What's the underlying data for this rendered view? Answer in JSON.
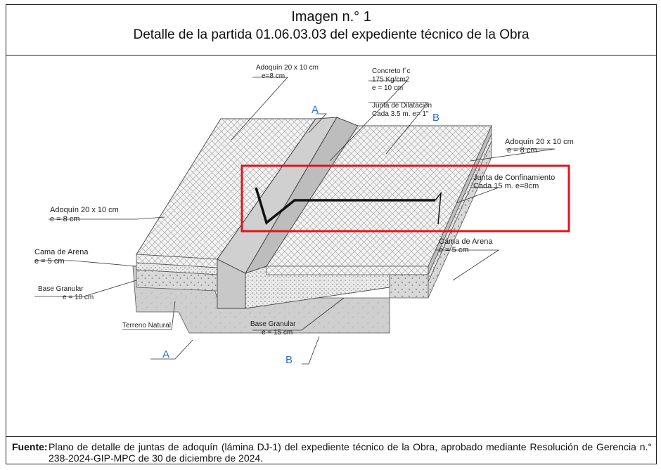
{
  "header": {
    "title": "Imagen n.° 1",
    "subtitle": "Detalle de la partida 01.06.03.03 del expediente técnico de la Obra"
  },
  "labels": {
    "adoq_top_1": "Adoquín 20 x 10 cm",
    "adoq_top_2": "e=8 cm",
    "concreto_1": "Concreto f´c",
    "concreto_2": "175 Kg/cm2",
    "concreto_3": "e = 10 cm",
    "junta_dil_1": "Junta de Dilatación",
    "junta_dil_2": "Cada 3.5 m. e= 1\"",
    "sec_a_top": "A",
    "sec_b_top": "B",
    "adoq_right_1": "Adoquín 20 x 10 cm",
    "adoq_right_2": "e = 8 cm",
    "junta_conf_1": "Junta de Confinamiento",
    "junta_conf_2": "Cada 15 m. e=8cm",
    "adoq_left_1": "Adoquín 20 x 10 cm",
    "adoq_left_2": "e = 8 cm",
    "cama_left_1": "Cama de Arena",
    "cama_left_2": "e = 5 cm",
    "cama_right_1": "Cama de Arena",
    "cama_right_2": "e = 5 cm",
    "base_left_1": "Base Granular",
    "base_left_2": "e = 10 cm",
    "terreno": "Terreno Natural",
    "base_mid_1": "Base Granular",
    "base_mid_2": "e = 15 cm",
    "sec_a_bottom": "A",
    "sec_b_bottom": "B"
  },
  "colors": {
    "highlight": "#e0141c",
    "section_marker": "#2a6fc9"
  },
  "source": {
    "label": "Fuente:",
    "text": "Plano de detalle de juntas de adoquín (lámina DJ-1) del expediente técnico de la Obra, aprobado mediante Resolución de Gerencia n.° 238-2024-GIP-MPC de 30 de diciembre de 2024."
  }
}
